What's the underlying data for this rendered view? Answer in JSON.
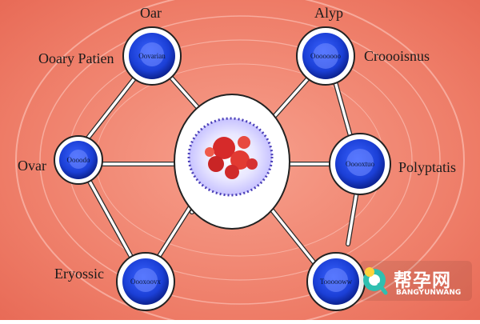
{
  "diagram": {
    "center_label": "",
    "nodes": [
      {
        "id": "top-left",
        "name": "Oar",
        "satellite_text": "Oovarian"
      },
      {
        "id": "top-left-outer",
        "name": "Ooary Patien",
        "satellite_text": ""
      },
      {
        "id": "mid-left",
        "name": "Ovar",
        "satellite_text": "Oooodo"
      },
      {
        "id": "bottom-left",
        "name": "Eryossic",
        "satellite_text": "Oooxoovx"
      },
      {
        "id": "top-right",
        "name": "Alyp",
        "satellite_text": "Oooooooo"
      },
      {
        "id": "top-right-outer",
        "name": "Croooisnus",
        "satellite_text": ""
      },
      {
        "id": "mid-right",
        "name": "Polyptatis",
        "satellite_text": "Ooooxtuo"
      },
      {
        "id": "bottom-right",
        "name": "",
        "satellite_text": "Toooooww"
      }
    ]
  },
  "watermark": {
    "title": "帮孕网",
    "subtitle": "BANGYUNWANG"
  },
  "colors": {
    "background": "#f2836e",
    "node_blue": "#1b3fd6",
    "node_ring": "#ffffff",
    "center_red": "#d62a2a"
  }
}
